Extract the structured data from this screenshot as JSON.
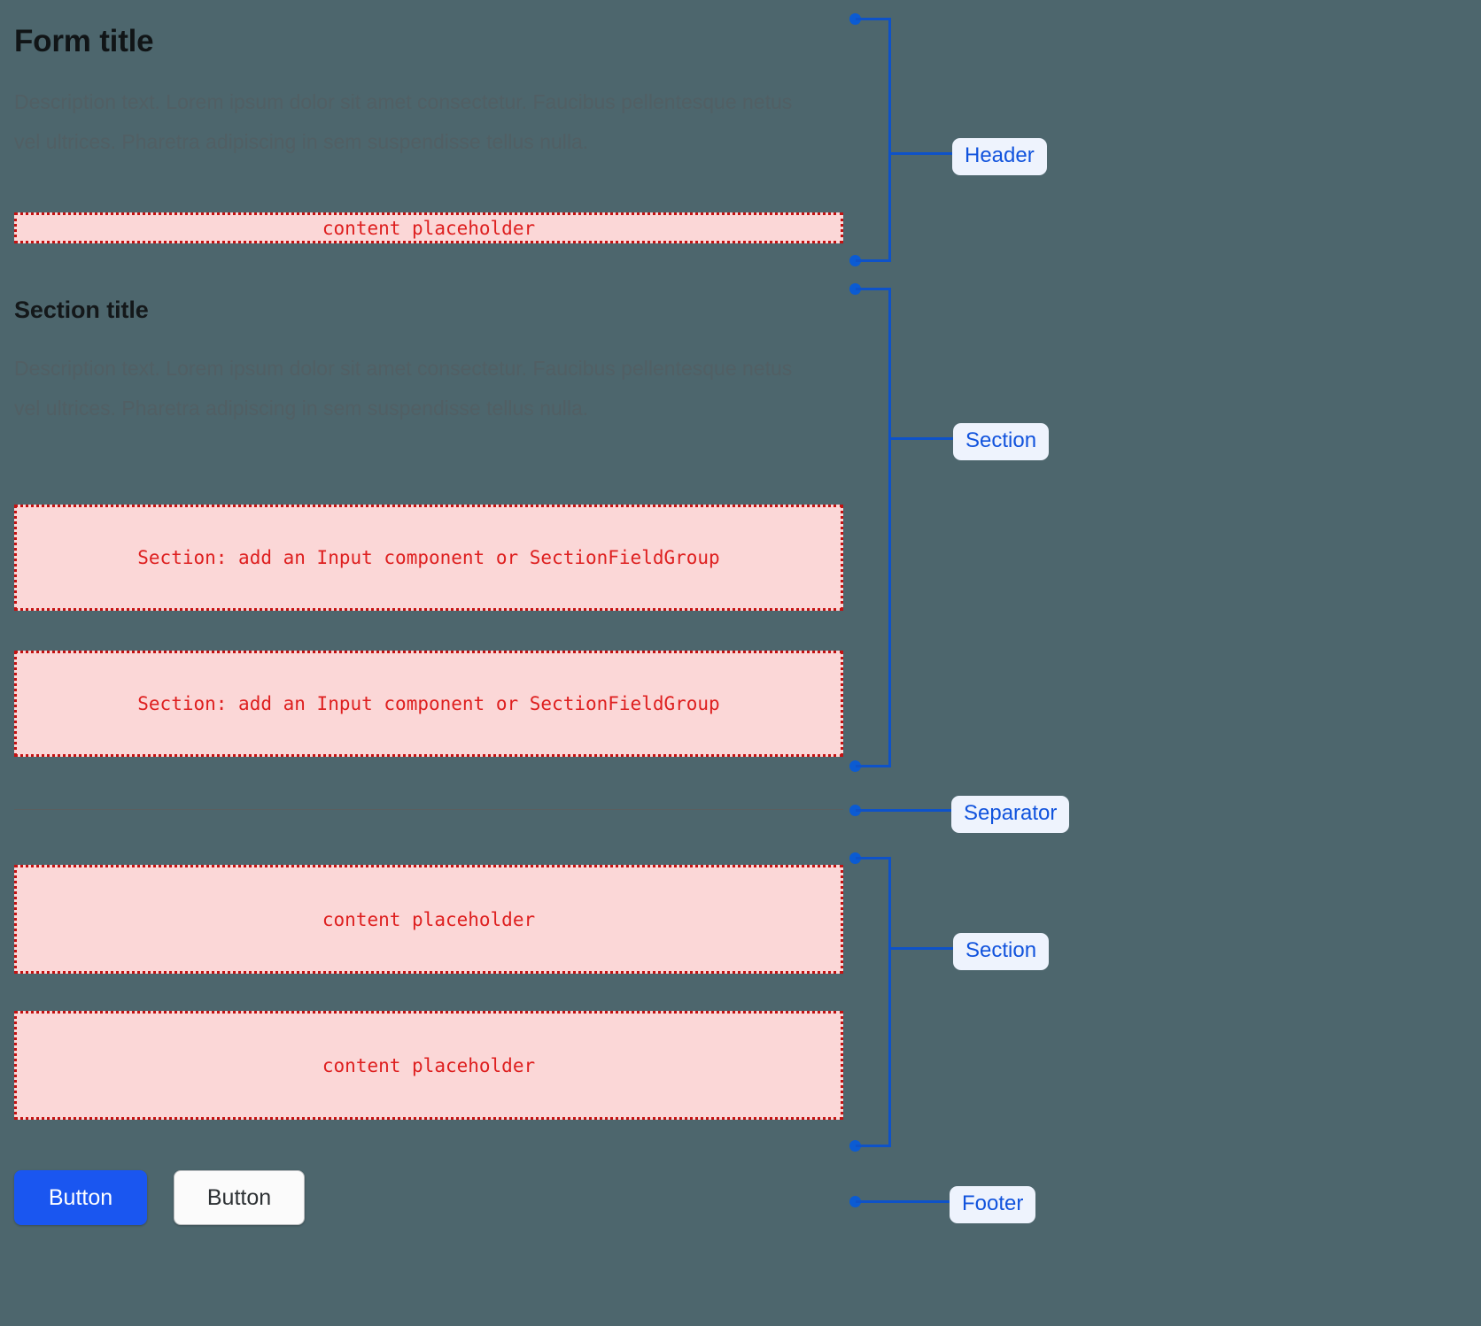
{
  "background_color": "#4d666d",
  "accent_blue": "#1153dd",
  "placeholder_red": "#de1f1f",
  "placeholder_fill": "#fbd7d7",
  "header": {
    "title": "Form title",
    "description": "Description text. Lorem ipsum dolor sit amet consectetur. Faucibus pellentesque netus vel ultrices. Pharetra adipiscing in sem suspendisse tellus nulla.",
    "placeholder": "content placeholder"
  },
  "section": {
    "title": "Section title",
    "description": "Description text. Lorem ipsum dolor sit amet consectetur. Faucibus pellentesque netus vel ultrices. Pharetra adipiscing in sem suspendisse tellus nulla.",
    "field_placeholder_1": "Section: add an Input component or SectionFieldGroup",
    "field_placeholder_2": "Section: add an Input component or SectionFieldGroup"
  },
  "section_two": {
    "placeholder_1": "content placeholder",
    "placeholder_2": "content placeholder"
  },
  "footer": {
    "primary_label": "Button",
    "secondary_label": "Button"
  },
  "annotations": {
    "header_label": "Header",
    "section_label": "Section",
    "separator_label": "Separator",
    "section_two_label": "Section",
    "footer_label": "Footer"
  }
}
